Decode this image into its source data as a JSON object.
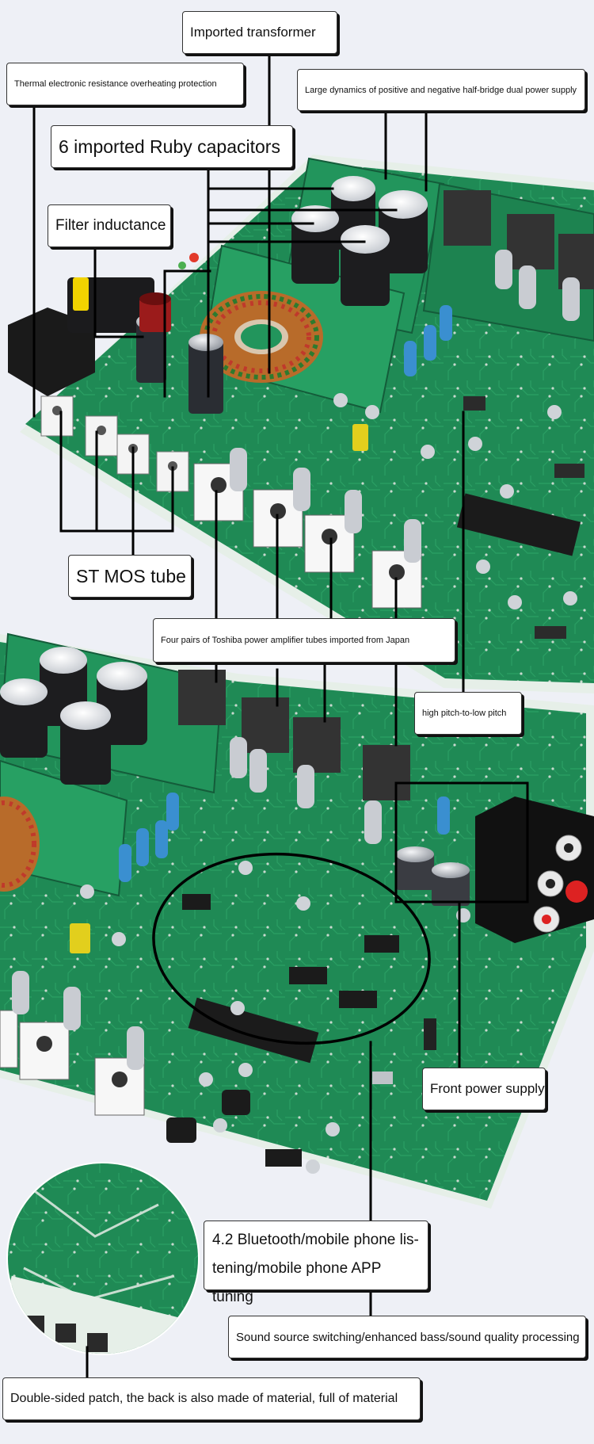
{
  "labels": {
    "imported_transformer": "Imported transformer",
    "thermal_protection": "Thermal electronic resistance overheating protection",
    "dual_power_supply": "Large dynamics of positive and negative half-bridge dual power supply",
    "ruby_capacitors": "6 imported Ruby capacitors",
    "filter_inductance": "Filter inductance",
    "st_mos_tube": "ST MOS tube",
    "toshiba_tubes": "Four pairs of Toshiba power amplifier tubes imported from Japan",
    "high_to_low_pitch": "high pitch-to-low pitch",
    "front_power_supply": "Front power supply",
    "bluetooth_line1": "4.2 Bluetooth/mobile phone lis-",
    "bluetooth_line2": "tening/mobile phone APP tuning",
    "sound_source": "Sound source switching/enhanced bass/sound quality processing",
    "double_sided_patch": "Double-sided patch, the back is also made of material, full of material"
  },
  "colors": {
    "background": "#eef0f6",
    "pcb_green": "#1f8a55",
    "pcb_edge": "#e6efe8",
    "leader_line": "#000000",
    "capacitor_body": "#1d1d1f",
    "resistor_blue": "#3a8fd0",
    "toroid_copper": "#b86b2a"
  }
}
